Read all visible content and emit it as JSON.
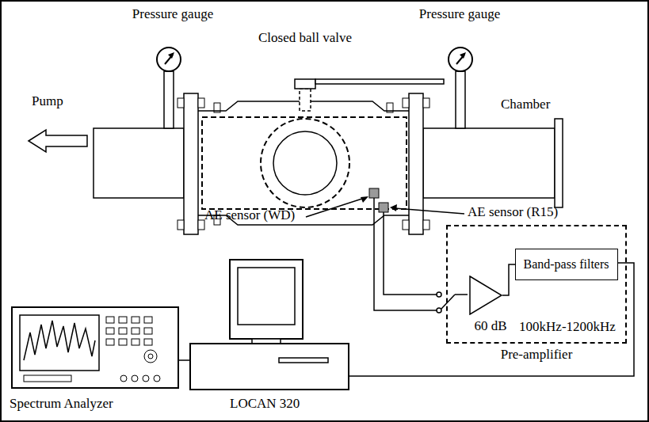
{
  "diagram": {
    "nodes": [
      {
        "text": [
          "Pre-amplifier"
        ]
      },
      {
        "text": [
          "60 dB"
        ],
        "in": 0
      },
      {
        "text": [
          "Band-pass filters",
          "100kHz-1200kHz"
        ],
        "in": 0
      }
    ],
    "edges": [
      {
        "from": 1,
        "to": 2,
        "arrow": "none"
      }
    ],
    "labels": [
      "Pressure gauge",
      "Pressure gauge",
      "Closed ball valve",
      "Pump",
      "Chamber",
      "AE sensor (WD)",
      "AE sensor (R15)",
      "Spectrum Analyzer",
      "LOCAN 320"
    ]
  }
}
